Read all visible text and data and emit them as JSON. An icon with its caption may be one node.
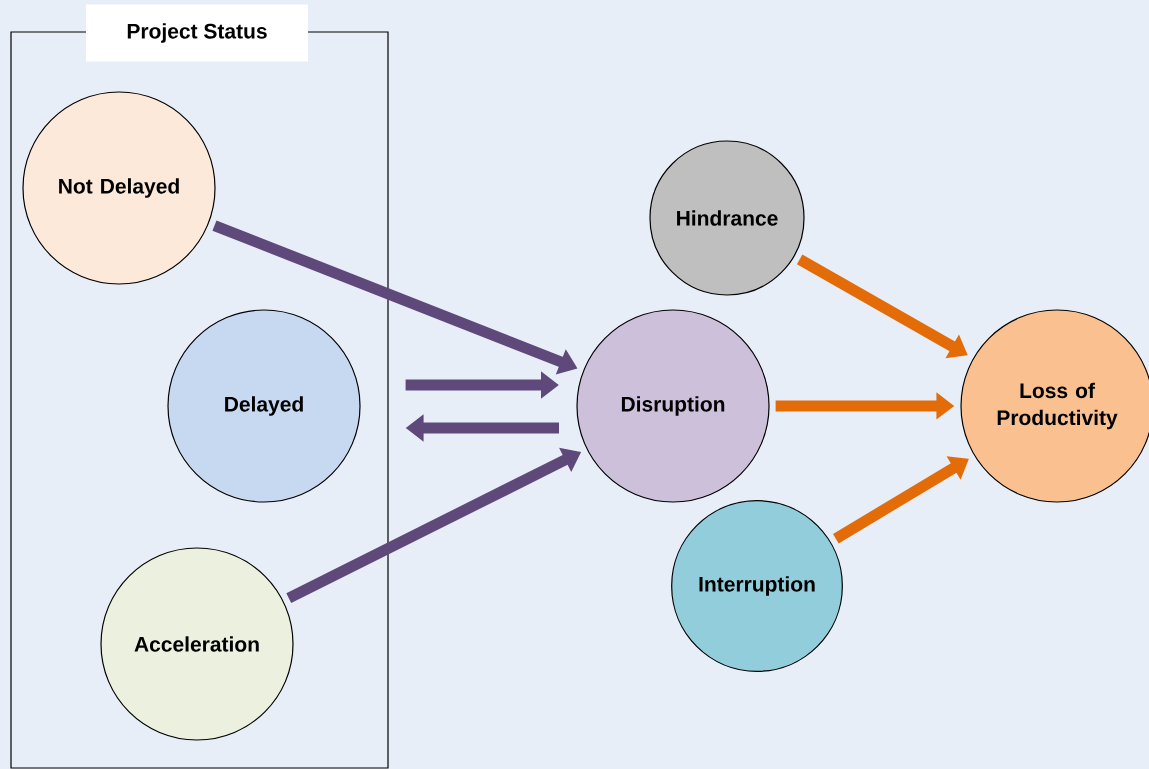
{
  "diagram": {
    "nodes": [
      {
        "text": [
          "Project Status"
        ]
      },
      {
        "text": [
          "Not Delayed"
        ],
        "in": 0
      },
      {
        "text": [
          "Delayed"
        ],
        "in": 0
      },
      {
        "text": [
          "Acceleration"
        ],
        "in": 0
      },
      {
        "text": [
          "Hindrance"
        ]
      },
      {
        "text": [
          "Disruption"
        ]
      },
      {
        "text": [
          "Interruption"
        ]
      },
      {
        "text": [
          "Loss of Productivity"
        ]
      }
    ],
    "edges": [
      {
        "from": 1,
        "to": 5,
        "arrow": "to"
      },
      {
        "from": 0,
        "to": 5,
        "arrow": "to"
      },
      {
        "from": 5,
        "to": 0,
        "arrow": "to"
      },
      {
        "from": 3,
        "to": 5,
        "arrow": "to"
      },
      {
        "from": 4,
        "to": 7,
        "arrow": "to",
        "color": "#e36c09"
      },
      {
        "from": 5,
        "to": 7,
        "arrow": "to",
        "color": "#e36c09"
      },
      {
        "from": 6,
        "to": 7,
        "arrow": "to",
        "color": "#e36c09"
      }
    ]
  }
}
